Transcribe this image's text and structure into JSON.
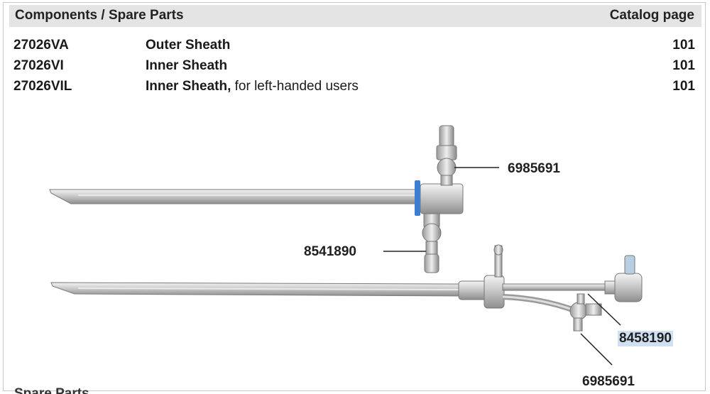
{
  "header": {
    "title": "Components / Spare Parts",
    "catalog_label": "Catalog page"
  },
  "parts": [
    {
      "code": "27026VA",
      "name": "Outer Sheath",
      "note": "",
      "page": "101"
    },
    {
      "code": "27026VI",
      "name": "Inner Sheath",
      "note": "",
      "page": "101"
    },
    {
      "code": "27026VIL",
      "name": "Inner Sheath,",
      "note": " for left-handed users",
      "page": "101"
    }
  ],
  "callouts": {
    "upper_valve": "6985691",
    "lower_valve": "8541890",
    "inner_connector": "8458190",
    "inner_valve": "6985691"
  },
  "next_section_partial": "Spare Parts",
  "colors": {
    "header_bg": "#e4e4e4",
    "highlight": "#cfe0f3",
    "seal_blue": "#3a7fd0"
  }
}
